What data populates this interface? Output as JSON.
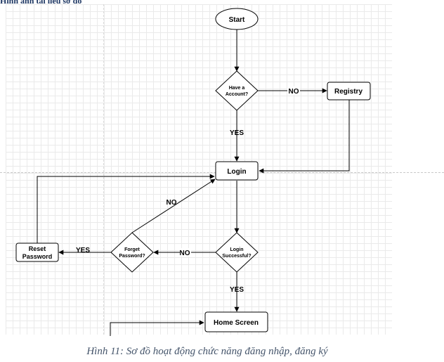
{
  "top_text": "Hình ảnh tài liệu sơ đồ",
  "nodes": {
    "start": "Start",
    "have_account": [
      "Have a",
      "Account?"
    ],
    "registry": "Registry",
    "login": "Login",
    "login_successful": [
      "Login",
      "Successful?"
    ],
    "forget_password": [
      "Forget",
      "Password?"
    ],
    "reset_password": [
      "Reset",
      "Password"
    ],
    "home_screen": "Home Screen"
  },
  "edges": {
    "have_account_no": "NO",
    "have_account_yes": "YES",
    "forget_password_no": "NO",
    "login_successful_no": "NO",
    "forget_password_yes": "YES",
    "login_successful_yes": "YES"
  },
  "caption": "Hình  11: Sơ đồ hoạt động chức năng đăng nhập, đăng ký",
  "colors": {
    "stroke": "#000000",
    "caption": "#44546a",
    "grid": "#eaeaea"
  }
}
